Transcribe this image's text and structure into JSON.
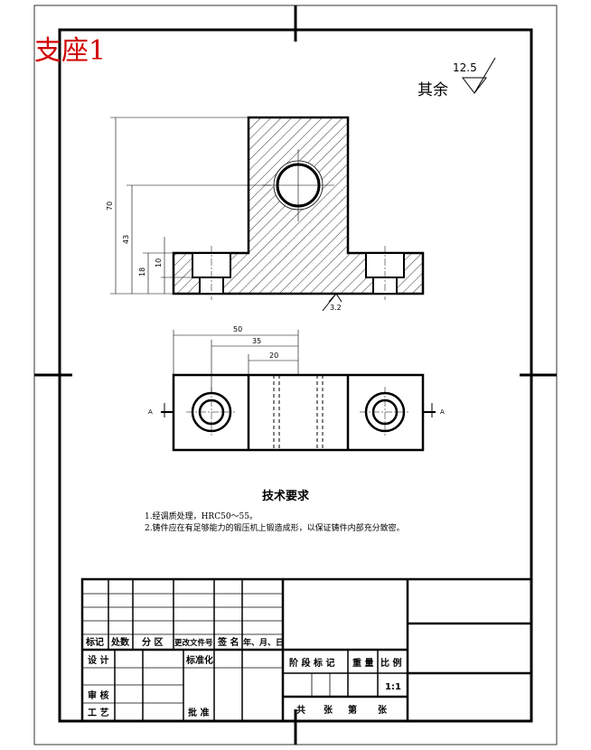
{
  "title": "支座1",
  "roughness": {
    "label": "其余",
    "value": "12.5"
  },
  "front_view": {
    "dims": {
      "total_height": "70",
      "hole_center": "43",
      "base_height": "18",
      "counterbore": "10"
    },
    "surface_roughness": "3.2"
  },
  "top_view": {
    "dims": {
      "overall": "50",
      "mid": "35",
      "inner": "20"
    },
    "section_mark_left": "A",
    "section_mark_right": "A"
  },
  "tech_requirements": {
    "heading": "技术要求",
    "items": [
      "1.经调质处理，HRC50～55。",
      "2.铸件应在有足够能力的锻压机上锻造成形，以保证铸件内部充分致密。"
    ]
  },
  "title_block": {
    "row_labels": [
      "标记",
      "处数",
      "分 区",
      "更改文件号",
      "签 名",
      "年、月、日"
    ],
    "design": "设 计",
    "standardize": "标准化",
    "review": "审 核",
    "process": "工 艺",
    "approve": "批 准",
    "stage_mark": "阶 段 标 记",
    "weight": "重 量",
    "scale_label": "比 例",
    "scale_value": "1:1",
    "sheet_total": "共",
    "sheet_unit": "张",
    "sheet_no": "第",
    "sheet_unit2": "张"
  }
}
